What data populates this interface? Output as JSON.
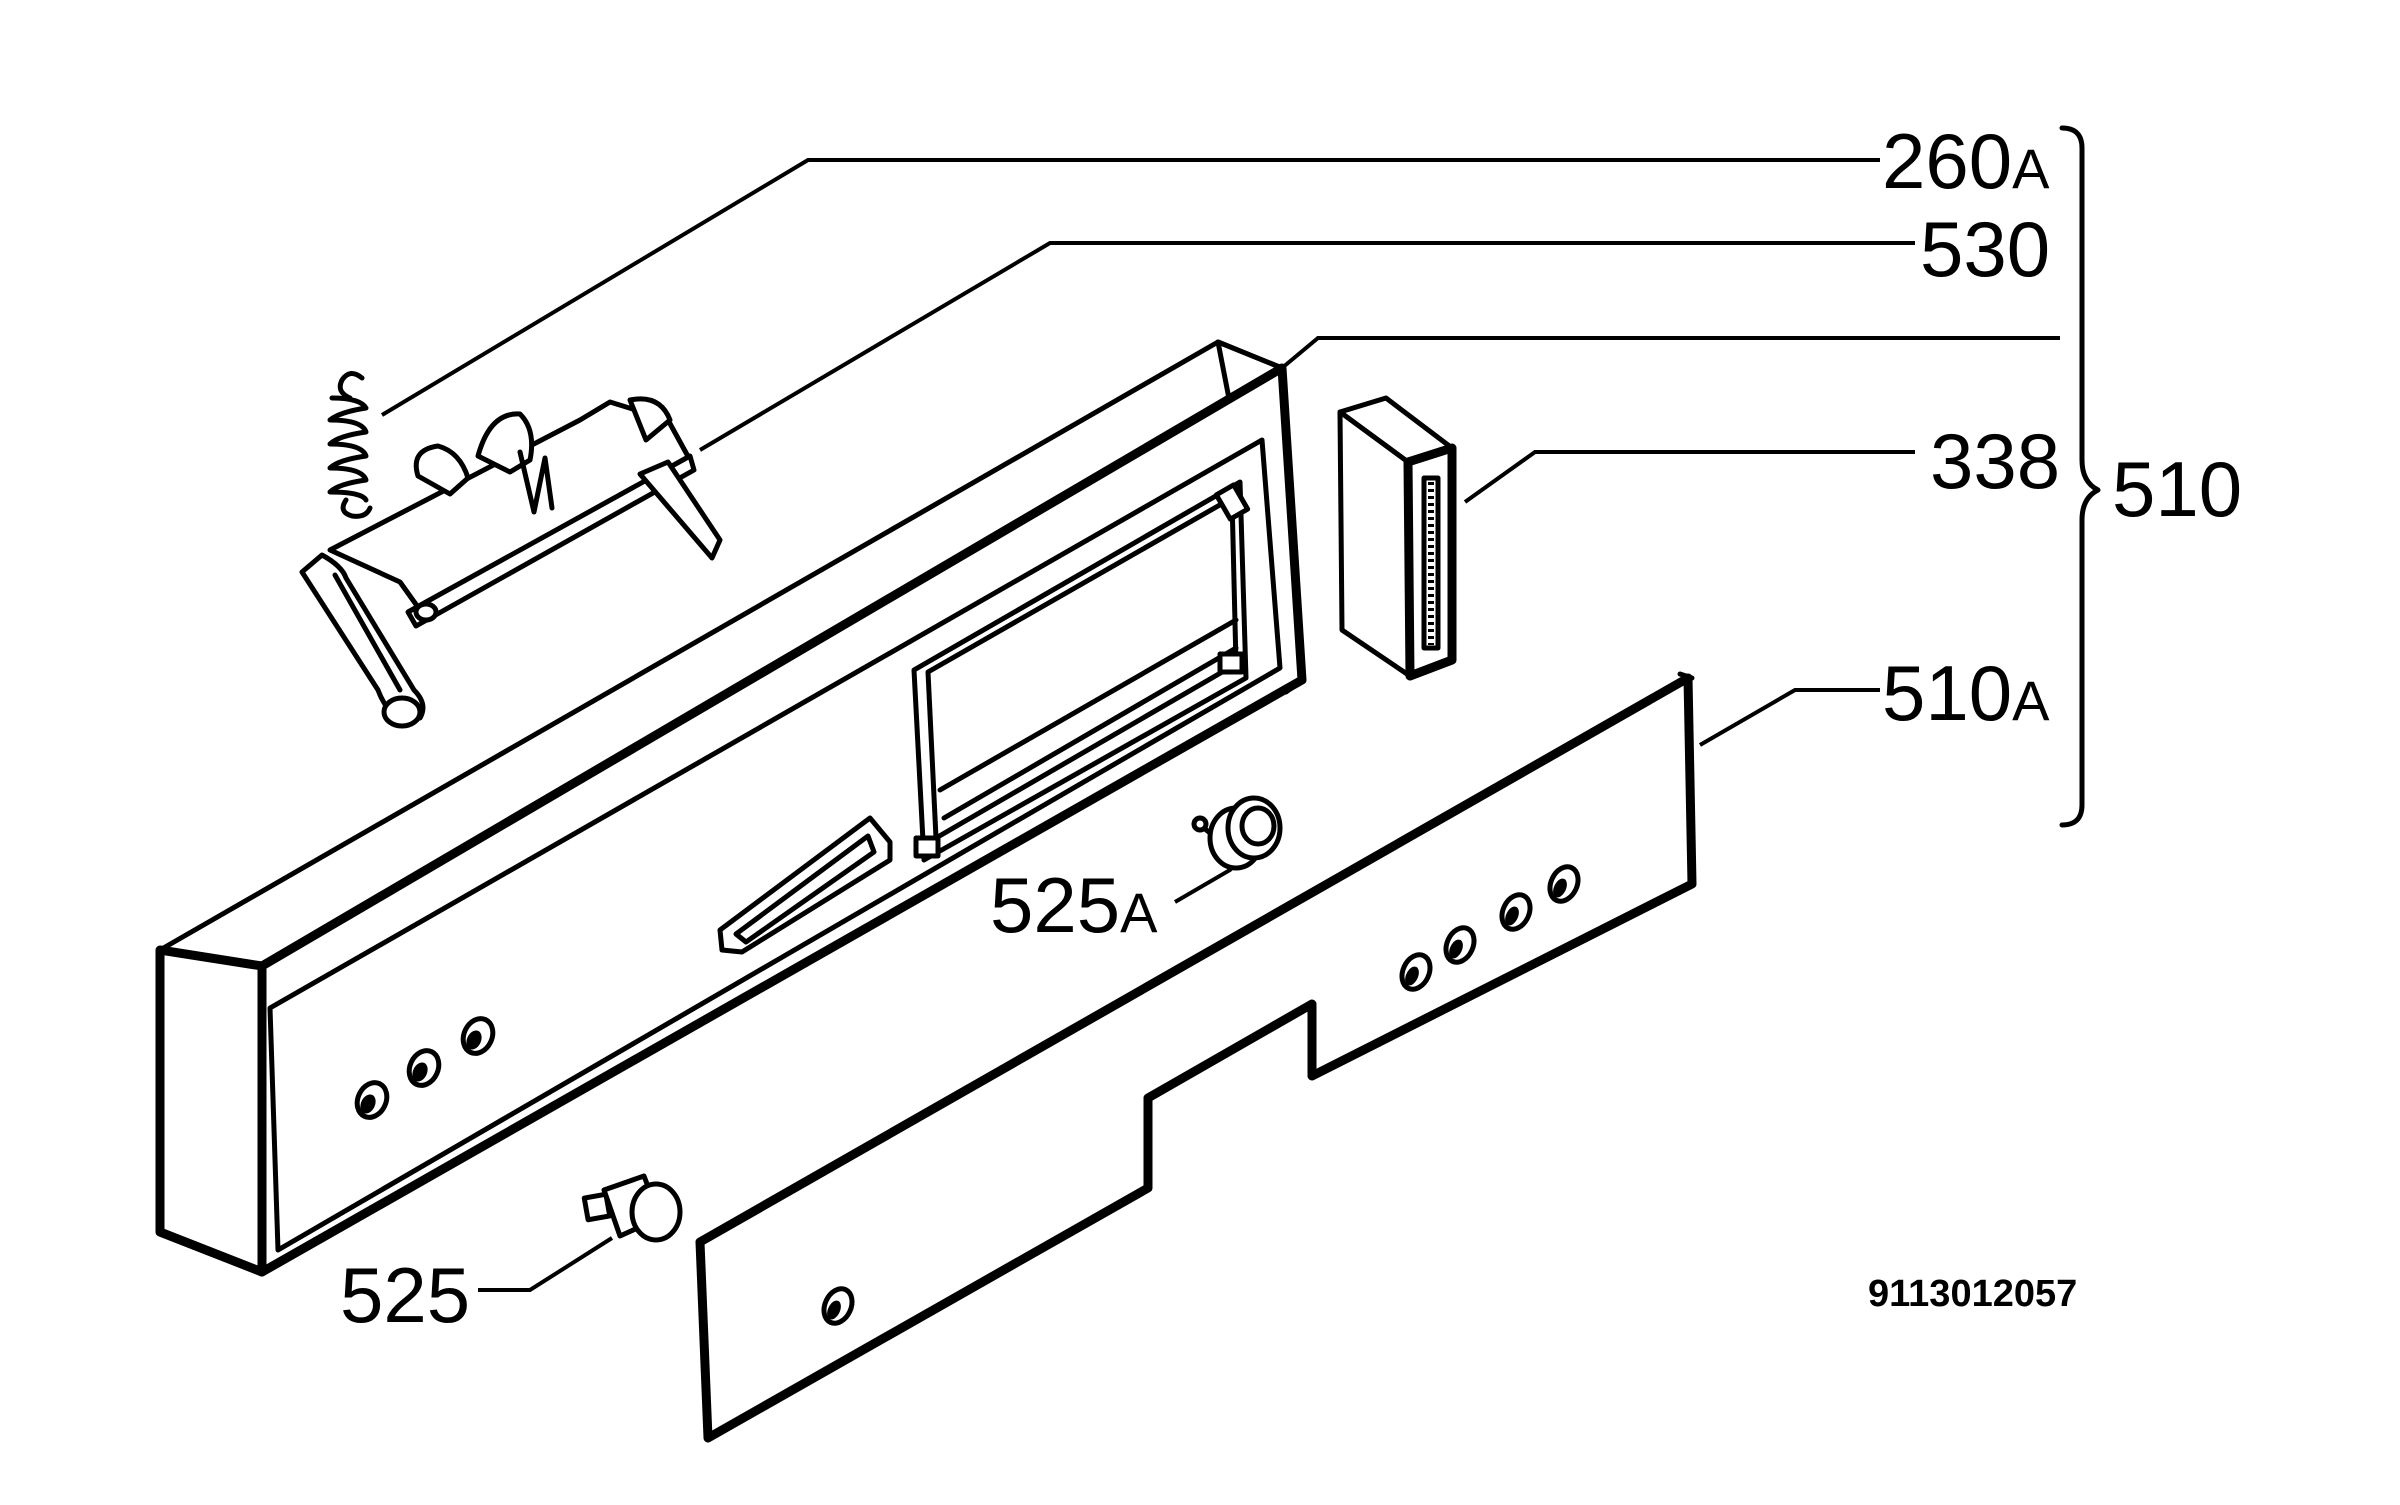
{
  "labels": [
    {
      "id": "260A",
      "number": "260",
      "suffix": "A"
    },
    {
      "id": "530",
      "number": "530",
      "suffix": ""
    },
    {
      "id": "338",
      "number": "338",
      "suffix": ""
    },
    {
      "id": "510",
      "number": "510",
      "suffix": ""
    },
    {
      "id": "510A",
      "number": "510",
      "suffix": "A"
    },
    {
      "id": "525A",
      "number": "525",
      "suffix": "A"
    },
    {
      "id": "525",
      "number": "525",
      "suffix": ""
    }
  ],
  "drawing_number": "9113012057",
  "icons": [
    "spring-icon",
    "door-latch-icon",
    "control-panel-icon",
    "connector-block-icon",
    "front-panel-icon",
    "knob-icon",
    "push-button-icon"
  ]
}
